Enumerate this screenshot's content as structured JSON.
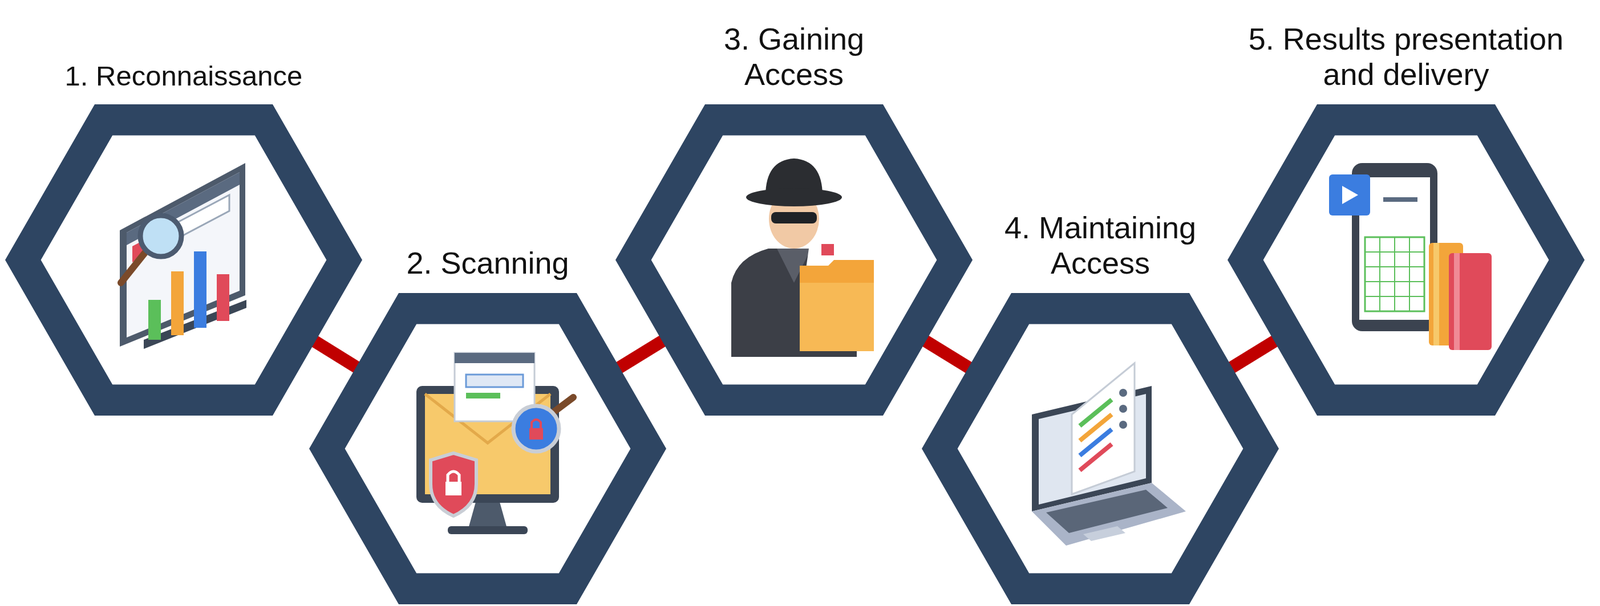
{
  "diagram": {
    "nodes": [
      {
        "text": [
          "1. Reconnaissance"
        ]
      },
      {
        "text": [
          "2. Scanning"
        ]
      },
      {
        "text": [
          "3. Gaining Access"
        ]
      },
      {
        "text": [
          "4. Maintaining Access"
        ]
      },
      {
        "text": [
          "5. Results presentation and delivery"
        ]
      }
    ],
    "edges": [
      {
        "from": 0,
        "to": 1,
        "arrow": "none"
      },
      {
        "from": 1,
        "to": 2,
        "arrow": "none"
      },
      {
        "from": 2,
        "to": 3,
        "arrow": "none"
      },
      {
        "from": 3,
        "to": 4,
        "arrow": "none"
      }
    ]
  }
}
